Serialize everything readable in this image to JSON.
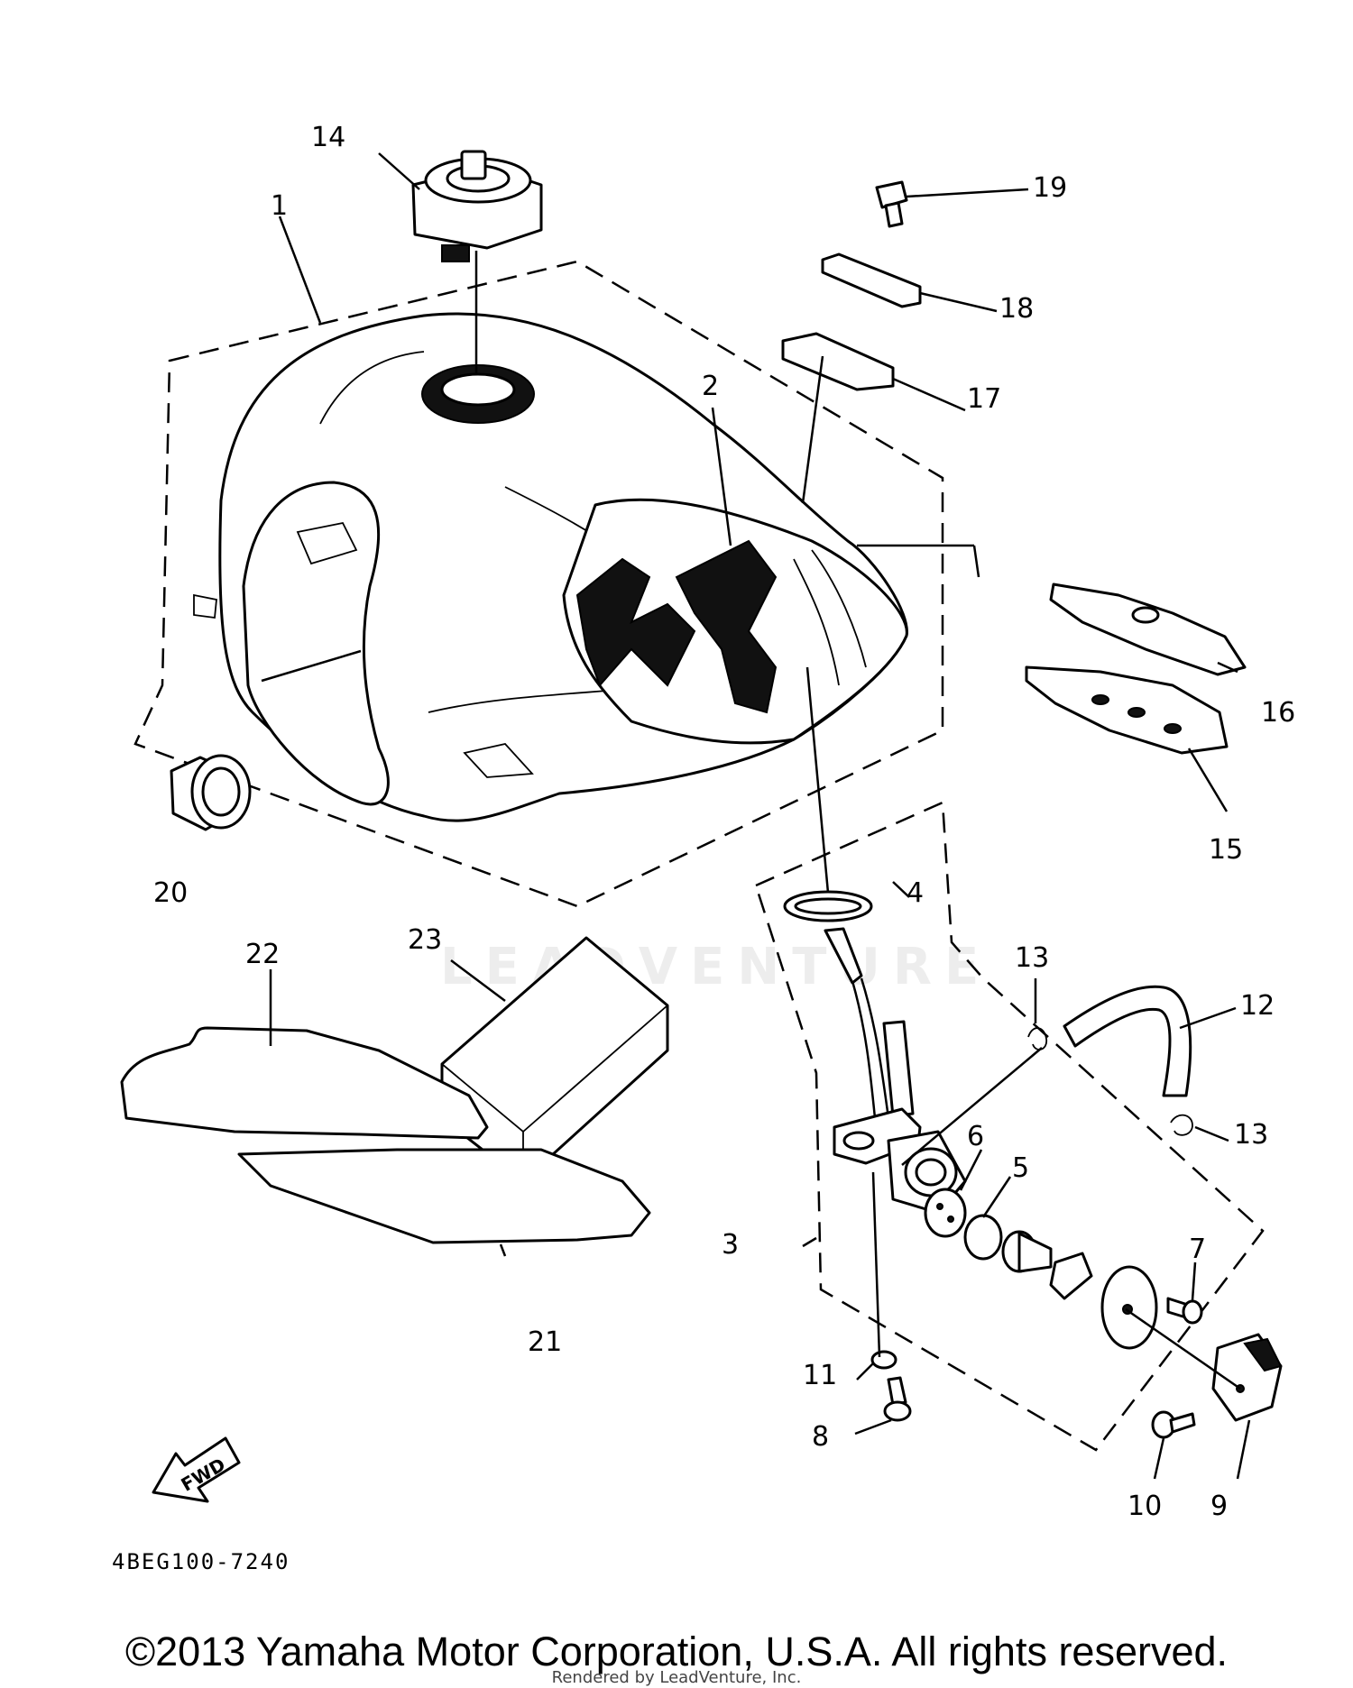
{
  "callouts": {
    "c1": "1",
    "c2": "2",
    "c3": "3",
    "c4": "4",
    "c5": "5",
    "c6": "6",
    "c7": "7",
    "c8": "8",
    "c9": "9",
    "c10": "10",
    "c11": "11",
    "c12": "12",
    "c13a": "13",
    "c13b": "13",
    "c14": "14",
    "c15": "15",
    "c16": "16",
    "c17": "17",
    "c18": "18",
    "c19": "19",
    "c20": "20",
    "c21": "21",
    "c22": "22",
    "c23": "23"
  },
  "fwd_label": "FWD",
  "diagram_code": "4BEG100-7240",
  "watermark": "LEADVENTURE",
  "copyright": "©2013 Yamaha Motor Corporation, U.S.A. All rights reserved.",
  "rendered_by": "Rendered by LeadVenture, Inc."
}
